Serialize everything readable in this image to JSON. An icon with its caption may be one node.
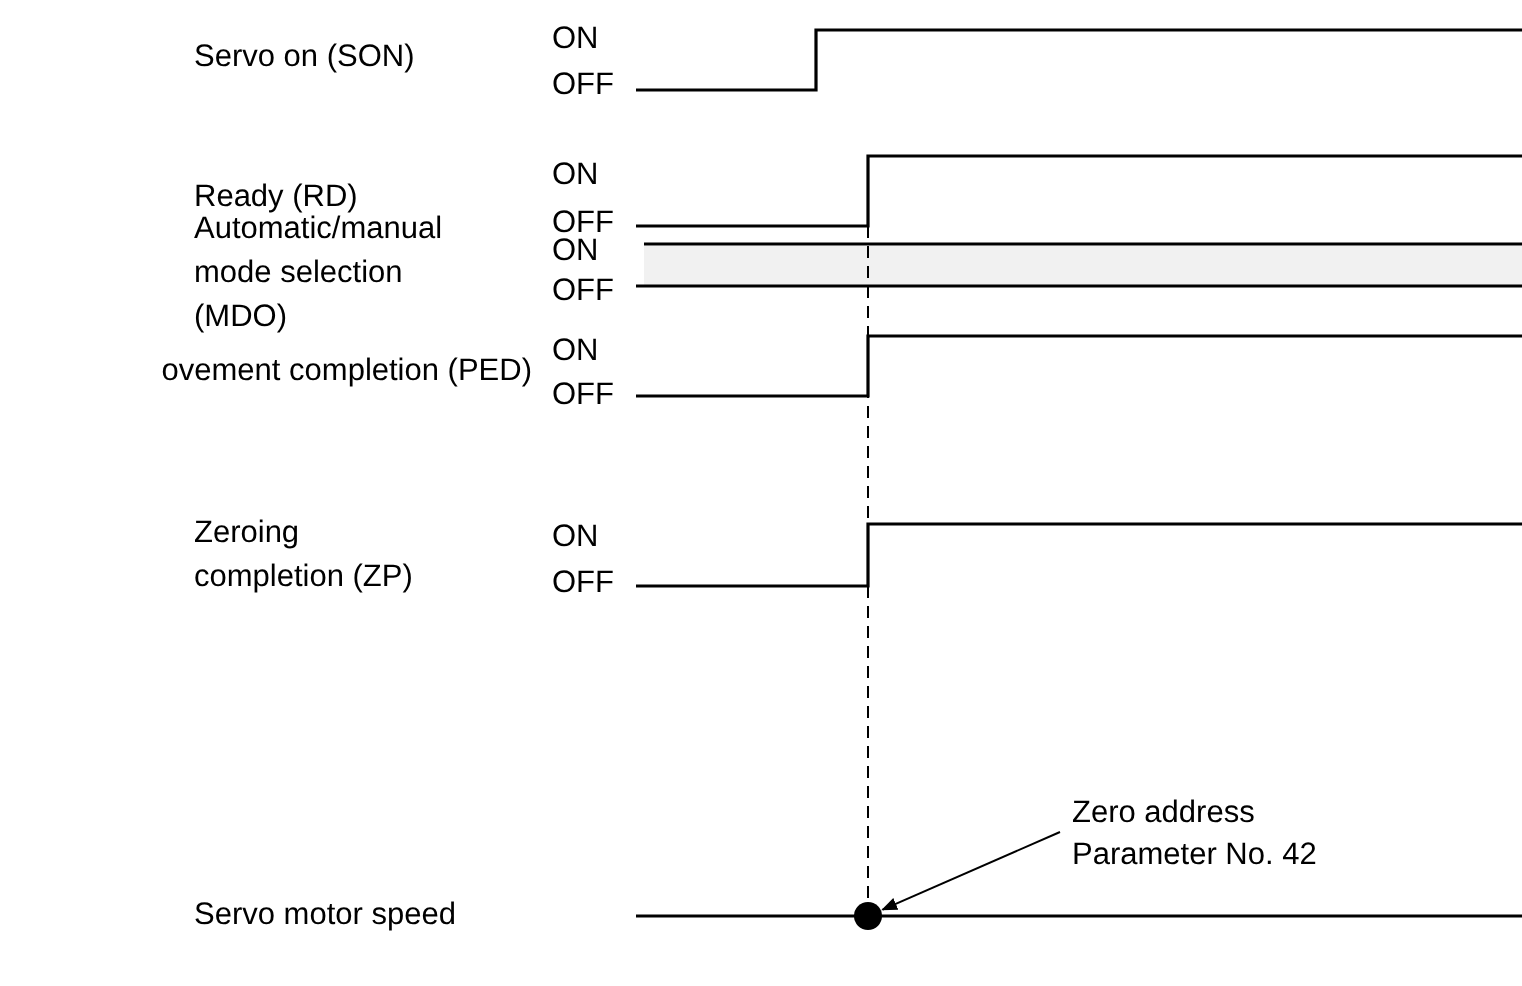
{
  "diagram": {
    "nodes": [
      {
        "text": [
          "Zero address Parameter No. 42"
        ]
      },
      {
        "text": [],
        "shape": "circle"
      }
    ],
    "edges": [
      {
        "from": 0,
        "to": 1,
        "arrow": "to"
      }
    ],
    "labels": [
      "Servo on (SON)",
      "ON",
      "OFF",
      "Ready (RD)",
      "ON",
      "OFF",
      "Automatic/manual mode selection (MDO)",
      "ON",
      "OFF",
      "ovement completion (PED)",
      "ON",
      "OFF",
      "Zeroing completion (ZP)",
      "ON",
      "OFF",
      "Servo motor speed"
    ]
  }
}
